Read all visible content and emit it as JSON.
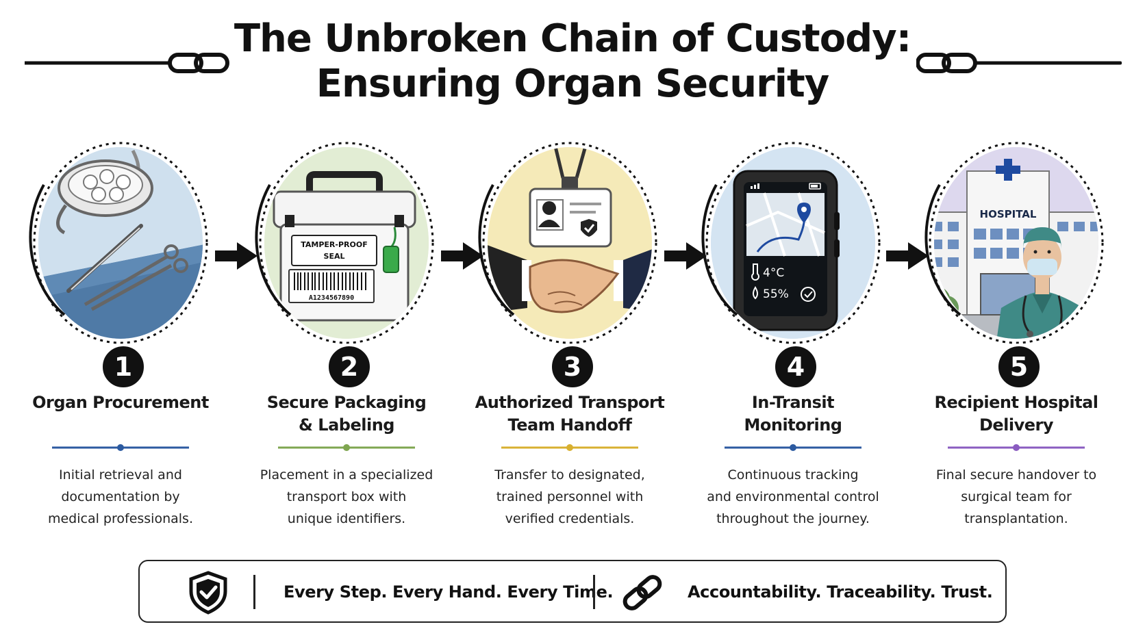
{
  "title": {
    "line1": "The Unbroken Chain of Custody:",
    "line2": "Ensuring Organ Security"
  },
  "steps": [
    {
      "number": "1",
      "title_lines": [
        "Organ Procurement"
      ],
      "description_lines": [
        "Initial retrieval and",
        "documentation by",
        "medical professionals."
      ],
      "accent_color": "#2c5aa0",
      "icon": "surgical-instruments-icon"
    },
    {
      "number": "2",
      "title_lines": [
        "Secure Packaging",
        "& Labeling"
      ],
      "description_lines": [
        "Placement in a specialized",
        "transport box with",
        "unique identifiers."
      ],
      "accent_color": "#7fa650",
      "icon": "transport-box-icon",
      "box_seal_label": [
        "TAMPER-PROOF",
        "SEAL"
      ],
      "box_id": "A1234567890"
    },
    {
      "number": "3",
      "title_lines": [
        "Authorized Transport",
        "Team Handoff"
      ],
      "description_lines": [
        "Transfer to designated,",
        "trained personnel with",
        "verified credentials."
      ],
      "accent_color": "#d8b030",
      "icon": "handshake-badge-icon"
    },
    {
      "number": "4",
      "title_lines": [
        "In-Transit",
        "Monitoring"
      ],
      "description_lines": [
        "Continuous tracking",
        "and environmental control",
        "throughout the journey."
      ],
      "accent_color": "#2c5aa0",
      "icon": "gps-tracker-icon",
      "device_temp": "4°C",
      "device_humidity": "55%"
    },
    {
      "number": "5",
      "title_lines": [
        "Recipient Hospital",
        "Delivery"
      ],
      "description_lines": [
        "Final secure handover to",
        "surgical team for",
        "transplantation."
      ],
      "accent_color": "#8a5cc0",
      "icon": "hospital-surgeon-icon",
      "hospital_sign": "HOSPITAL"
    }
  ],
  "footer": {
    "left_text": "Every Step. Every Hand. Every Time.",
    "right_text": "Accountability. Traceability. Trust.",
    "left_icon": "shield-check-icon",
    "right_icon": "chain-link-icon"
  }
}
